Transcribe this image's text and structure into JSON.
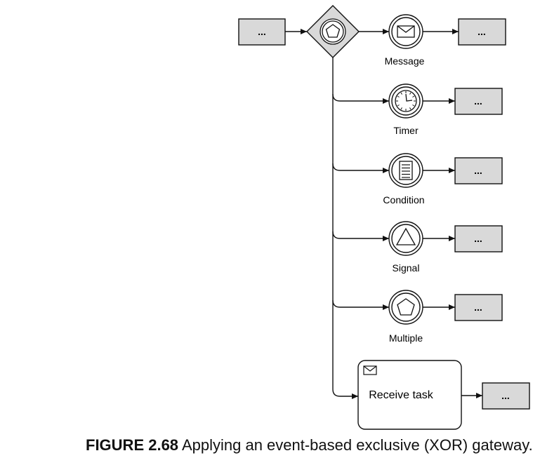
{
  "diagram": {
    "start_task": "...",
    "gateway": "event-based exclusive gateway",
    "branches": [
      {
        "event": "Message",
        "icon": "envelope-icon",
        "next": "..."
      },
      {
        "event": "Timer",
        "icon": "clock-icon",
        "next": "..."
      },
      {
        "event": "Condition",
        "icon": "condition-icon",
        "next": "..."
      },
      {
        "event": "Signal",
        "icon": "triangle-icon",
        "next": "..."
      },
      {
        "event": "Multiple",
        "icon": "pentagon-icon",
        "next": "..."
      }
    ],
    "receive_task": {
      "label": "Receive task",
      "icon": "envelope-icon",
      "next": "..."
    }
  },
  "caption": {
    "figure": "FIGURE 2.68",
    "text": "Applying an event-based exclusive (XOR) gateway."
  }
}
